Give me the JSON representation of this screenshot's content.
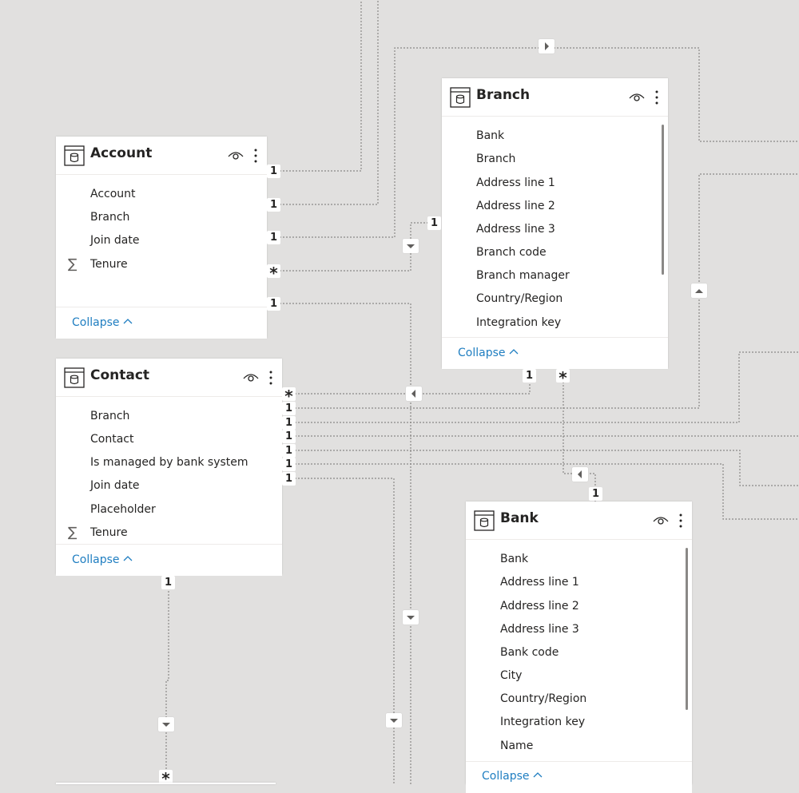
{
  "tables": {
    "account": {
      "title": "Account",
      "fields": [
        "Account",
        "Branch",
        "Join date",
        "Tenure"
      ],
      "collapse_label": "Collapse"
    },
    "contact": {
      "title": "Contact",
      "fields": [
        "Branch",
        "Contact",
        "Is managed by bank system",
        "Join date",
        "Placeholder",
        "Tenure"
      ],
      "collapse_label": "Collapse"
    },
    "branch": {
      "title": "Branch",
      "fields": [
        "Bank",
        "Branch",
        "Address line 1",
        "Address line 2",
        "Address line 3",
        "Branch code",
        "Branch manager",
        "Country/Region",
        "Integration key"
      ],
      "collapse_label": "Collapse"
    },
    "bank": {
      "title": "Bank",
      "fields": [
        "Bank",
        "Address line 1",
        "Address line 2",
        "Address line 3",
        "Bank code",
        "City",
        "Country/Region",
        "Integration key",
        "Name"
      ],
      "collapse_label": "Collapse"
    }
  },
  "cardinality": {
    "one": "1",
    "many": "*"
  },
  "icons": {
    "aggregate_field": "sigma-icon",
    "table": "table-icon",
    "visibility": "eye-icon",
    "more": "more-options-icon",
    "collapse": "chevron-up-icon"
  },
  "colors": {
    "canvas": "#e1e0df",
    "card": "#ffffff",
    "link": "#1f7ec1",
    "connector": "#8a8886"
  }
}
